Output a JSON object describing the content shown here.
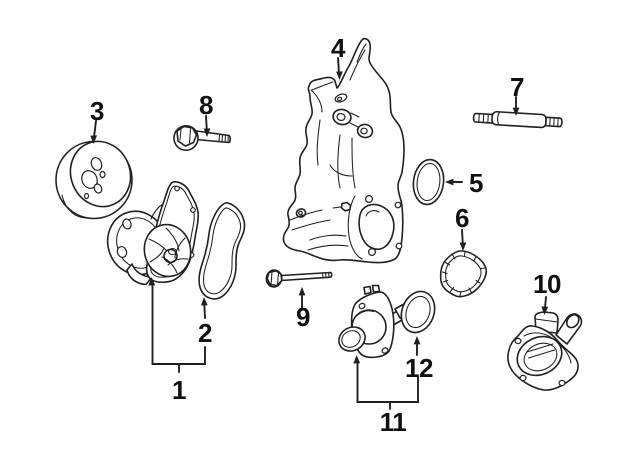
{
  "diagram": {
    "background_color": "#ffffff",
    "line_color": "#231f20",
    "label_color": "#111111",
    "callouts": [
      {
        "label": "1"
      },
      {
        "label": "2"
      },
      {
        "label": "3"
      },
      {
        "label": "4"
      },
      {
        "label": "5"
      },
      {
        "label": "6"
      },
      {
        "label": "7"
      },
      {
        "label": "8"
      },
      {
        "label": "9"
      },
      {
        "label": "10"
      },
      {
        "label": "11"
      },
      {
        "label": "12"
      }
    ]
  }
}
